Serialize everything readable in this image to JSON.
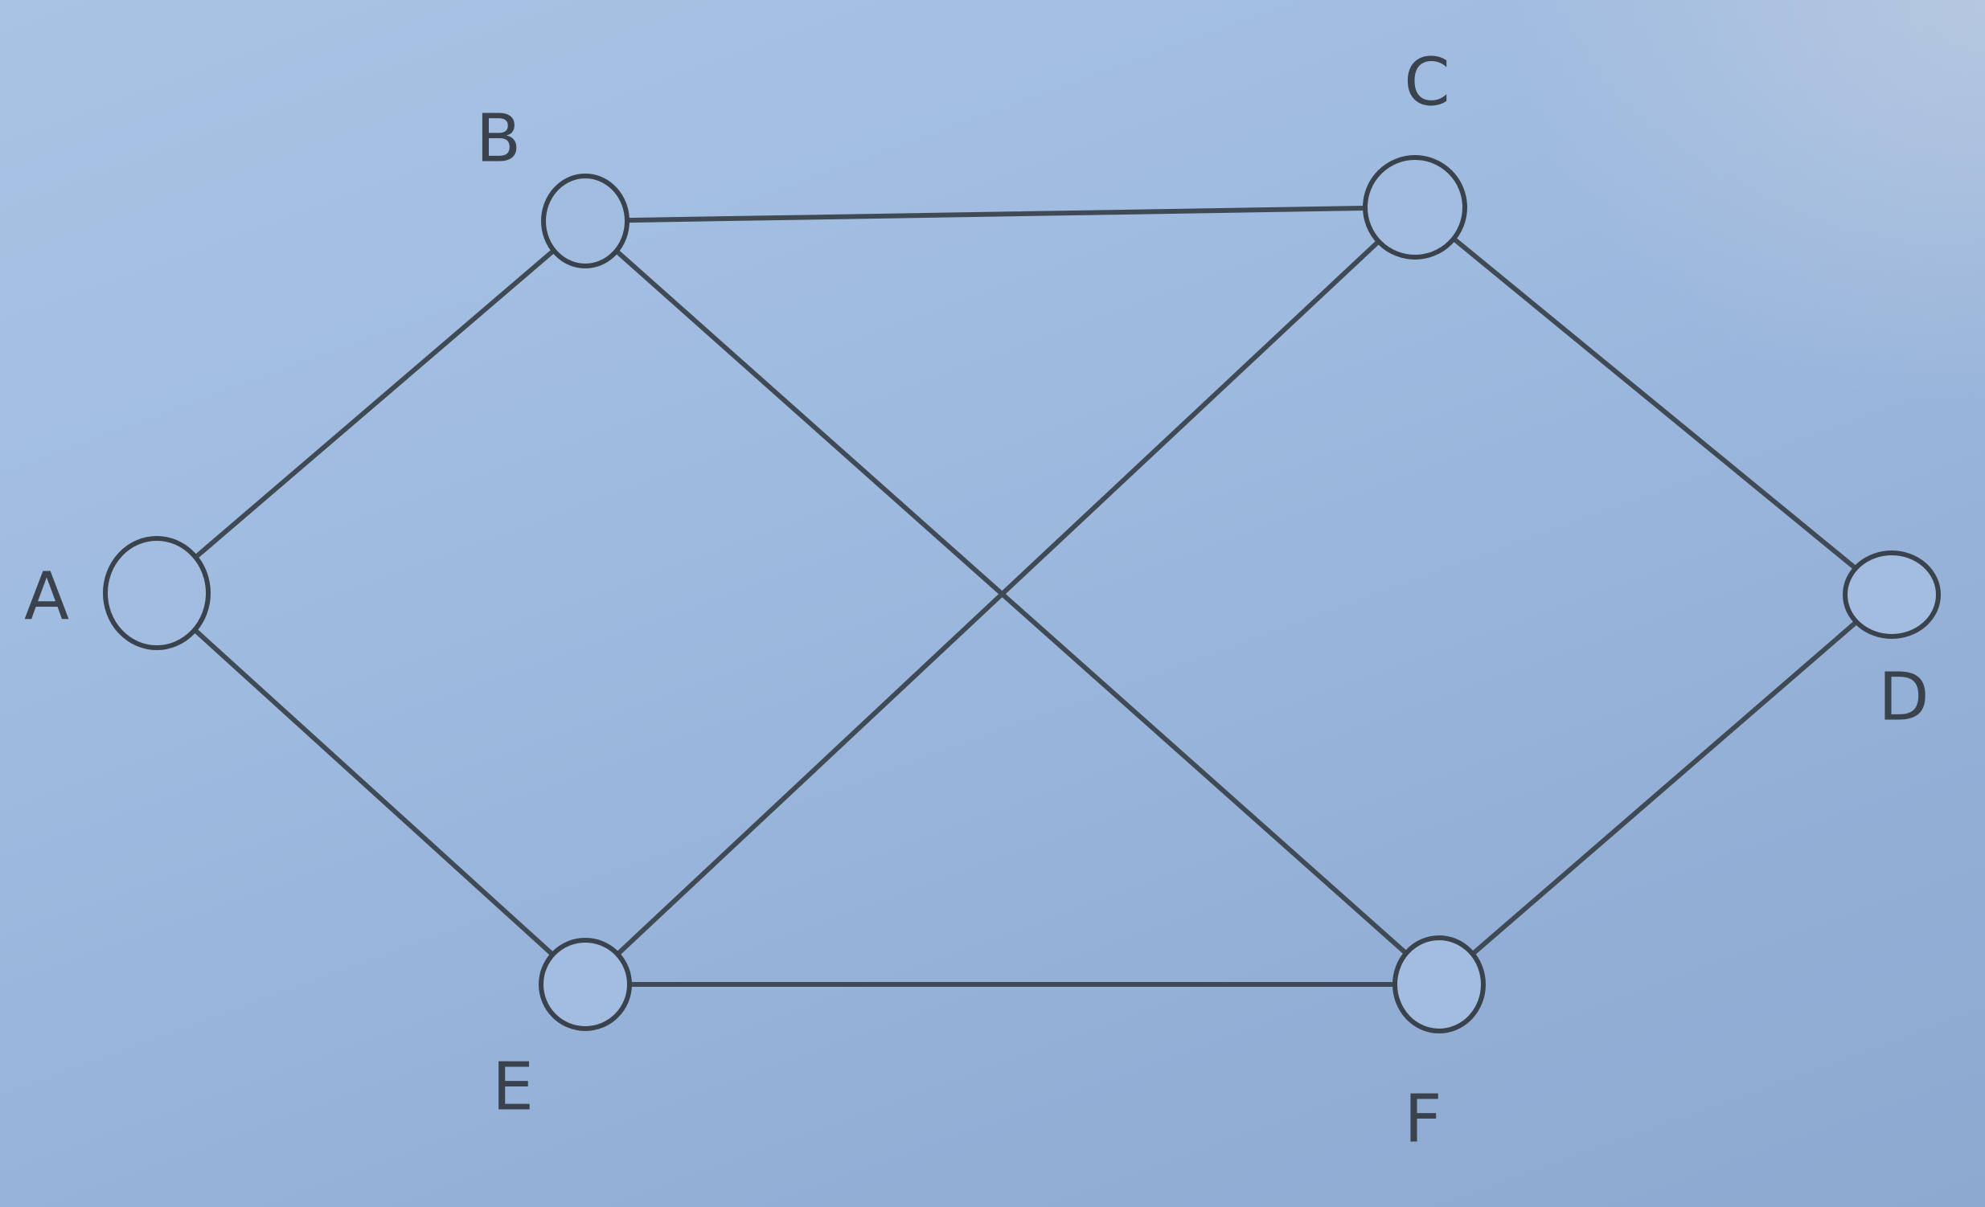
{
  "nodes": [
    {
      "id": "A",
      "label": "A"
    },
    {
      "id": "B",
      "label": "B"
    },
    {
      "id": "C",
      "label": "C"
    },
    {
      "id": "D",
      "label": "D"
    },
    {
      "id": "E",
      "label": "E"
    },
    {
      "id": "F",
      "label": "F"
    }
  ],
  "edges": [
    {
      "from": "A",
      "to": "B"
    },
    {
      "from": "A",
      "to": "E"
    },
    {
      "from": "B",
      "to": "C"
    },
    {
      "from": "B",
      "to": "F"
    },
    {
      "from": "C",
      "to": "E"
    },
    {
      "from": "C",
      "to": "D"
    },
    {
      "from": "D",
      "to": "F"
    },
    {
      "from": "E",
      "to": "F"
    }
  ]
}
